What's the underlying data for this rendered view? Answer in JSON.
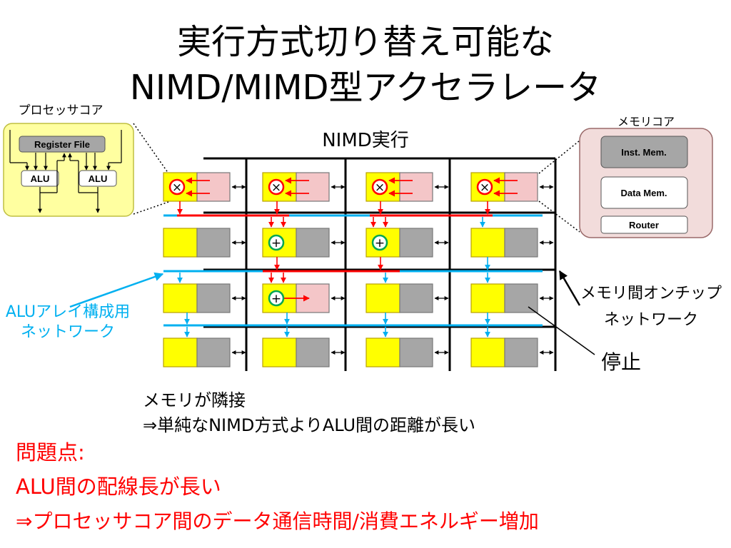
{
  "slide": {
    "title_line1": "実行方式切り替え可能な",
    "title_line2": "NIMD/MIMD型アクセラレータ"
  },
  "processor_core": {
    "label": "プロセッサコア",
    "register_file": "Register File",
    "alu_left": "ALU",
    "alu_right": "ALU"
  },
  "memory_core": {
    "label": "メモリコア",
    "inst_mem": "Inst. Mem.",
    "data_mem": "Data Mem.",
    "router": "Router"
  },
  "array": {
    "mode_label": "NIMD実行",
    "rows": 4,
    "cols": 4,
    "multiply_cells": [
      [
        0,
        0
      ],
      [
        0,
        1
      ],
      [
        0,
        2
      ],
      [
        0,
        3
      ]
    ],
    "add_cells": [
      [
        1,
        1
      ],
      [
        1,
        2
      ],
      [
        2,
        1
      ]
    ]
  },
  "labels": {
    "alu_network_line1": "ALUアレイ構成用",
    "alu_network_line2": "ネットワーク",
    "memory_network_line1": "メモリ間オンチップ",
    "memory_network_line2": "ネットワーク",
    "stop": "停止"
  },
  "notes": {
    "line1": "メモリが隣接",
    "line2": "⇒単純なNIMD方式よりALU間の距離が長い"
  },
  "problem": {
    "heading": "問題点:",
    "line1": "ALU間の配線長が長い",
    "line2": "⇒プロセッサコア間のデータ通信時間/消費エネルギー増加"
  },
  "colors": {
    "alu_yellow": "#ffff00",
    "mem_pink": "#f4c6c8",
    "mem_gray": "#a6a6a6",
    "network_blue": "#00b0f0",
    "accent_red": "#ff0000",
    "accent_green": "#00a651",
    "processor_bg": "#ffffa0",
    "memory_core_bg": "#f2dcdb"
  }
}
